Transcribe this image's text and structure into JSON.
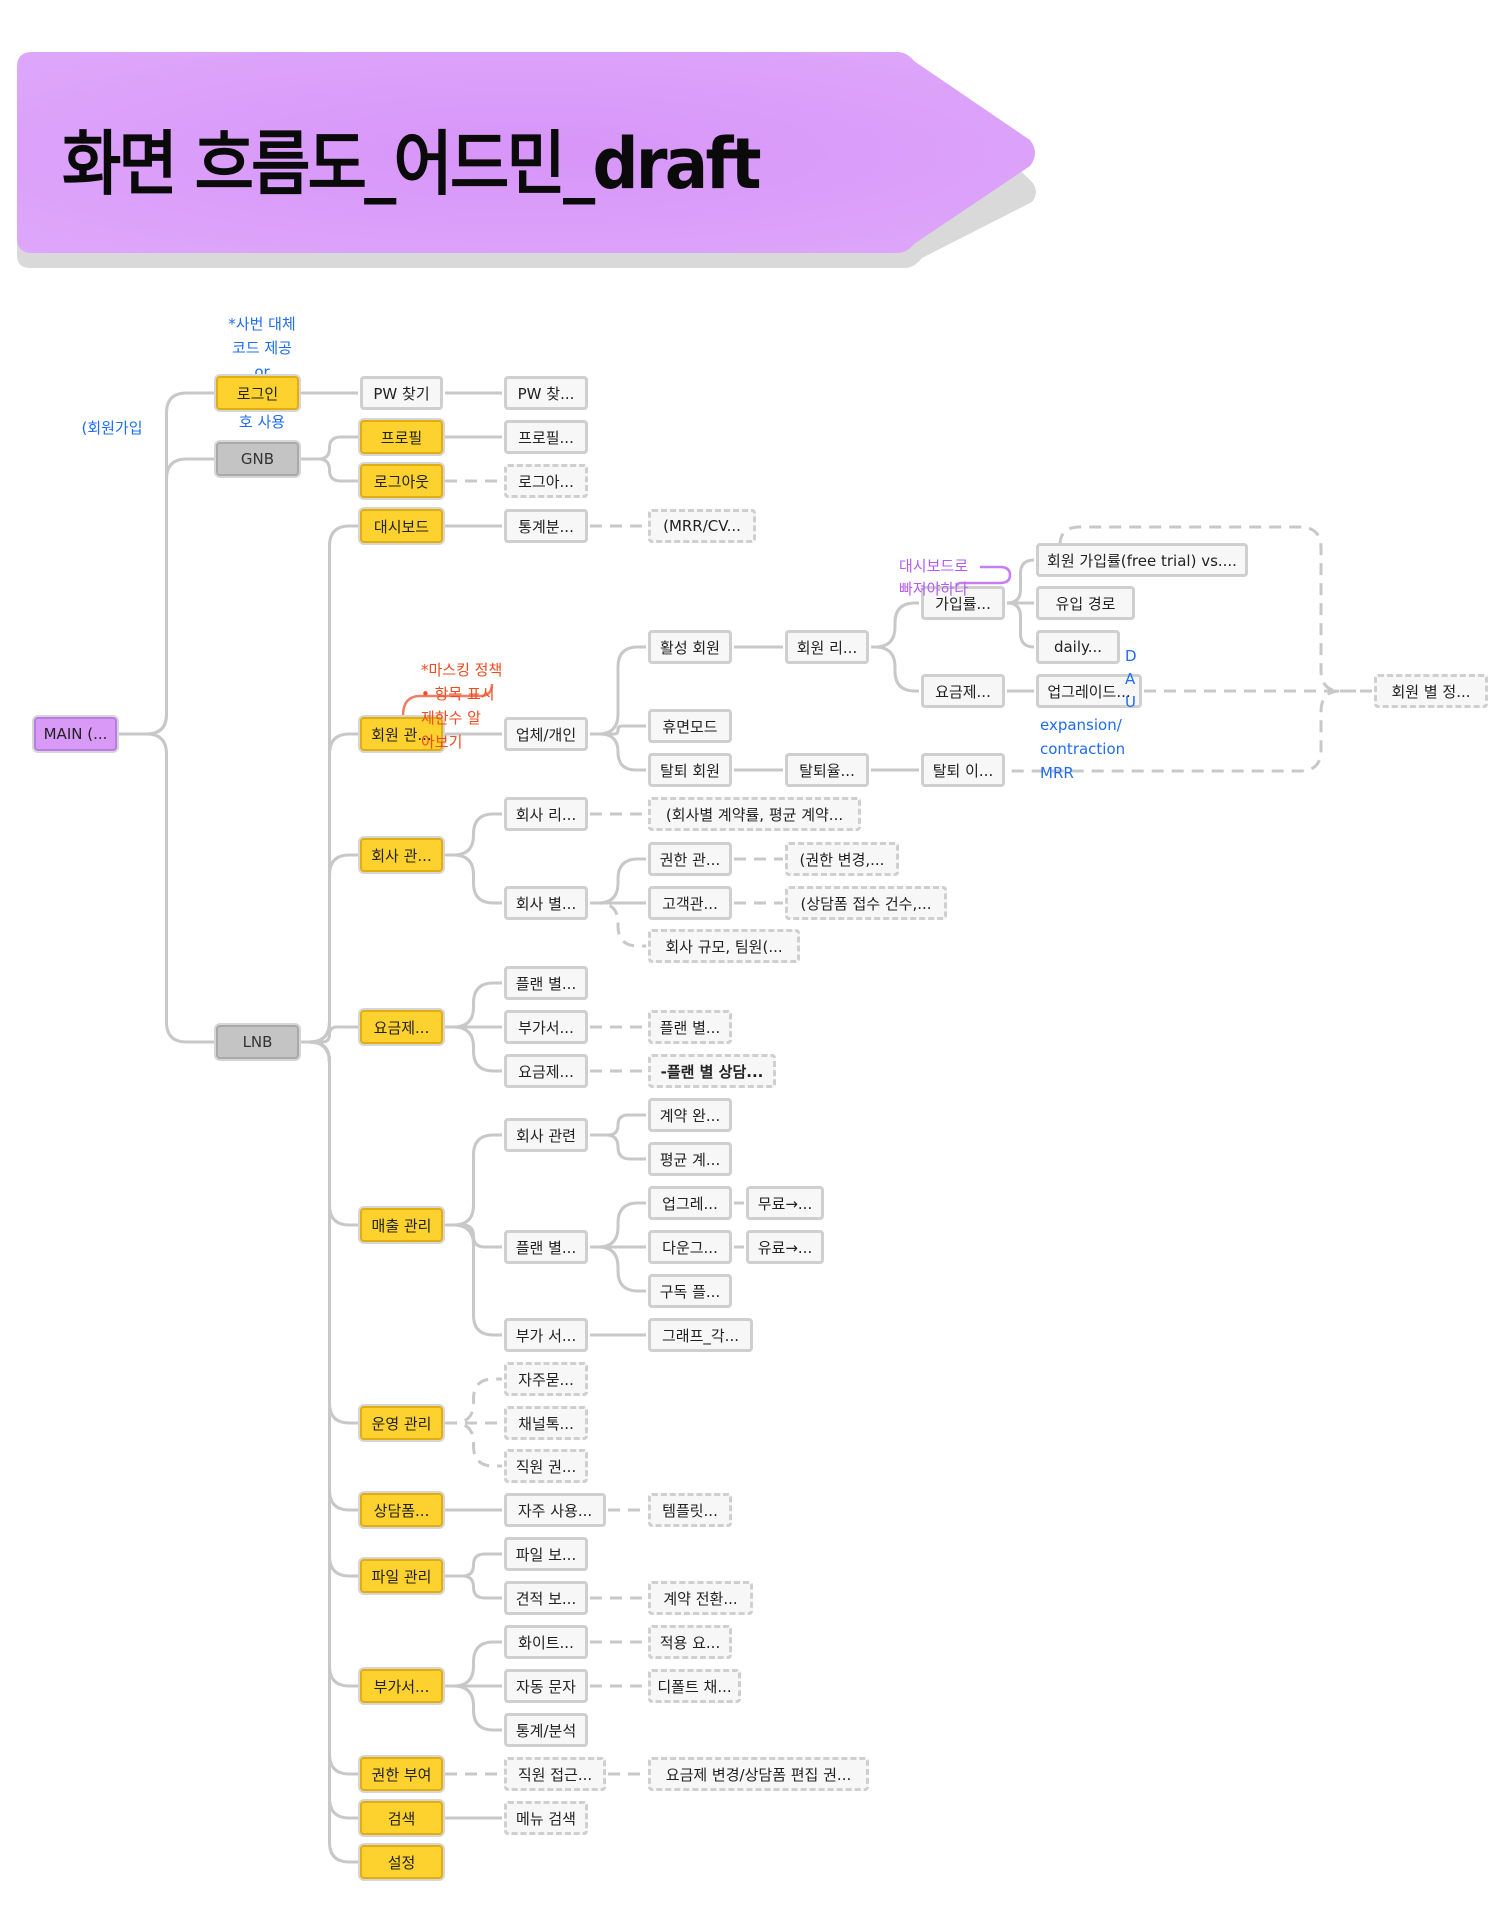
{
  "title": "화면 흐름도_어드민_draft",
  "colors": {
    "banner": "#d99af7",
    "yellow": "#fdd22e",
    "gray": "#c4c4c4",
    "main": "#d99af7",
    "line": "#c8c8c8",
    "note_blue": "#1f6cf2",
    "note_red": "#f04a1e",
    "note_purple": "#b45cf5"
  },
  "nodes": [
    {
      "id": "main",
      "label": "MAIN (...",
      "kind": "main"
    },
    {
      "id": "login",
      "label": "로그인",
      "kind": "yellow"
    },
    {
      "id": "gnb",
      "label": "GNB",
      "kind": "gray"
    },
    {
      "id": "lnb",
      "label": "LNB",
      "kind": "gray"
    },
    {
      "id": "pwfind",
      "label": "PW 찾기",
      "kind": "white"
    },
    {
      "id": "pwfind2",
      "label": "PW 찾...",
      "kind": "white"
    },
    {
      "id": "profile",
      "label": "프로필",
      "kind": "yellow"
    },
    {
      "id": "profile2",
      "label": "프로필...",
      "kind": "white"
    },
    {
      "id": "logout",
      "label": "로그아웃",
      "kind": "yellow"
    },
    {
      "id": "logout2",
      "label": "로그아...",
      "kind": "dashed"
    },
    {
      "id": "dash",
      "label": "대시보드",
      "kind": "yellow"
    },
    {
      "id": "dash2",
      "label": "통계분...",
      "kind": "white"
    },
    {
      "id": "dash3",
      "label": "(MRR/CV...",
      "kind": "dashed"
    },
    {
      "id": "member",
      "label": "회원 관...",
      "kind": "yellow"
    },
    {
      "id": "biz",
      "label": "업체/개인",
      "kind": "white"
    },
    {
      "id": "active",
      "label": "활성 회원",
      "kind": "white"
    },
    {
      "id": "dormant",
      "label": "휴면모드",
      "kind": "white"
    },
    {
      "id": "withdraw",
      "label": "탈퇴 회원",
      "kind": "white"
    },
    {
      "id": "memlist",
      "label": "회원 리...",
      "kind": "white"
    },
    {
      "id": "signup",
      "label": "가입률...",
      "kind": "white"
    },
    {
      "id": "plan",
      "label": "요금제...",
      "kind": "white"
    },
    {
      "id": "wrate",
      "label": "탈퇴율...",
      "kind": "white"
    },
    {
      "id": "wreason",
      "label": "탈퇴 이...",
      "kind": "white"
    },
    {
      "id": "freetrial",
      "label": "회원 가입률(free trial) vs....",
      "kind": "white"
    },
    {
      "id": "inflow",
      "label": "유입 경로",
      "kind": "white"
    },
    {
      "id": "daily",
      "label": "daily...",
      "kind": "white"
    },
    {
      "id": "upgrade",
      "label": "업그레이드...",
      "kind": "white"
    },
    {
      "id": "memstat",
      "label": "회원 별 정...",
      "kind": "dashed"
    },
    {
      "id": "company",
      "label": "회사 관...",
      "kind": "yellow"
    },
    {
      "id": "complist",
      "label": "회사 리...",
      "kind": "white"
    },
    {
      "id": "compstat",
      "label": "(회사별 계약률, 평균 계약...",
      "kind": "dashed"
    },
    {
      "id": "compeach",
      "label": "회사 별...",
      "kind": "white"
    },
    {
      "id": "auth",
      "label": "권한 관...",
      "kind": "white"
    },
    {
      "id": "authchg",
      "label": "(권한 변경,...",
      "kind": "dashed"
    },
    {
      "id": "cs",
      "label": "고객관...",
      "kind": "white"
    },
    {
      "id": "csform",
      "label": "(상담폼 접수 건수,...",
      "kind": "dashed"
    },
    {
      "id": "size",
      "label": "회사 규모, 팀원(...",
      "kind": "dashed"
    },
    {
      "id": "pricing",
      "label": "요금제...",
      "kind": "yellow"
    },
    {
      "id": "planby",
      "label": "플랜 별...",
      "kind": "white"
    },
    {
      "id": "addon",
      "label": "부가서...",
      "kind": "white"
    },
    {
      "id": "addon2",
      "label": "플랜 별...",
      "kind": "dashed"
    },
    {
      "id": "plancfg",
      "label": "요금제...",
      "kind": "white"
    },
    {
      "id": "plancfg2",
      "label": "-플랜 별 상담...",
      "kind": "dashed",
      "bold": true
    },
    {
      "id": "sales",
      "label": "매출 관리",
      "kind": "yellow"
    },
    {
      "id": "salescomp",
      "label": "회사 관련",
      "kind": "white"
    },
    {
      "id": "contract",
      "label": "계약 완...",
      "kind": "white"
    },
    {
      "id": "avg",
      "label": "평균 계...",
      "kind": "white"
    },
    {
      "id": "salesplan",
      "label": "플랜 별...",
      "kind": "white"
    },
    {
      "id": "up",
      "label": "업그레...",
      "kind": "white"
    },
    {
      "id": "free",
      "label": "무료→...",
      "kind": "white"
    },
    {
      "id": "down",
      "label": "다운그...",
      "kind": "white"
    },
    {
      "id": "paid",
      "label": "유료→...",
      "kind": "white"
    },
    {
      "id": "sub",
      "label": "구독 플...",
      "kind": "white"
    },
    {
      "id": "salesaddon",
      "label": "부가 서...",
      "kind": "white"
    },
    {
      "id": "graph",
      "label": "그래프_각...",
      "kind": "white"
    },
    {
      "id": "ops",
      "label": "운영 관리",
      "kind": "yellow"
    },
    {
      "id": "faq",
      "label": "자주묻...",
      "kind": "dashed"
    },
    {
      "id": "channel",
      "label": "채널톡...",
      "kind": "dashed"
    },
    {
      "id": "staffauth",
      "label": "직원 권...",
      "kind": "dashed"
    },
    {
      "id": "form",
      "label": "상담폼...",
      "kind": "yellow"
    },
    {
      "id": "freq",
      "label": "자주 사용...",
      "kind": "white"
    },
    {
      "id": "template",
      "label": "템플릿...",
      "kind": "dashed"
    },
    {
      "id": "file",
      "label": "파일 관리",
      "kind": "yellow"
    },
    {
      "id": "filestore",
      "label": "파일 보...",
      "kind": "white"
    },
    {
      "id": "quote",
      "label": "견적 보...",
      "kind": "white"
    },
    {
      "id": "conv",
      "label": "계약 전환...",
      "kind": "dashed"
    },
    {
      "id": "extra",
      "label": "부가서...",
      "kind": "yellow"
    },
    {
      "id": "white",
      "label": "화이트...",
      "kind": "white"
    },
    {
      "id": "apply",
      "label": "적용 요...",
      "kind": "dashed"
    },
    {
      "id": "sms",
      "label": "자동 문자",
      "kind": "white"
    },
    {
      "id": "default",
      "label": "디폴트 채...",
      "kind": "dashed"
    },
    {
      "id": "stats",
      "label": "통계/분석",
      "kind": "white"
    },
    {
      "id": "grant",
      "label": "권한 부여",
      "kind": "yellow"
    },
    {
      "id": "staffaccess",
      "label": "직원 접근...",
      "kind": "dashed"
    },
    {
      "id": "planedit",
      "label": "요금제 변경/상담폼 편집 권...",
      "kind": "dashed"
    },
    {
      "id": "search",
      "label": "검색",
      "kind": "yellow"
    },
    {
      "id": "menusearch",
      "label": "메뉴 검색",
      "kind": "dashed"
    },
    {
      "id": "settings",
      "label": "설정",
      "kind": "yellow"
    }
  ],
  "edges": [
    [
      "main",
      "login",
      "solid"
    ],
    [
      "main",
      "gnb",
      "solid"
    ],
    [
      "main",
      "lnb",
      "solid"
    ],
    [
      "login",
      "pwfind",
      "solid"
    ],
    [
      "pwfind",
      "pwfind2",
      "solid"
    ],
    [
      "gnb",
      "profile",
      "solid"
    ],
    [
      "profile",
      "profile2",
      "solid"
    ],
    [
      "gnb",
      "logout",
      "solid"
    ],
    [
      "logout",
      "logout2",
      "dashed"
    ],
    [
      "lnb",
      "dash",
      "solid"
    ],
    [
      "dash",
      "dash2",
      "solid"
    ],
    [
      "dash2",
      "dash3",
      "dashed"
    ],
    [
      "lnb",
      "member",
      "solid"
    ],
    [
      "member",
      "biz",
      "solid"
    ],
    [
      "biz",
      "active",
      "solid"
    ],
    [
      "biz",
      "dormant",
      "solid"
    ],
    [
      "biz",
      "withdraw",
      "solid"
    ],
    [
      "active",
      "memlist",
      "solid"
    ],
    [
      "memlist",
      "signup",
      "solid"
    ],
    [
      "memlist",
      "plan",
      "solid"
    ],
    [
      "signup",
      "freetrial",
      "solid"
    ],
    [
      "signup",
      "inflow",
      "solid"
    ],
    [
      "signup",
      "daily",
      "solid"
    ],
    [
      "plan",
      "upgrade",
      "solid"
    ],
    [
      "upgrade",
      "memstat",
      "dashed"
    ],
    [
      "withdraw",
      "wrate",
      "solid"
    ],
    [
      "wrate",
      "wreason",
      "solid"
    ],
    [
      "lnb",
      "company",
      "solid"
    ],
    [
      "company",
      "complist",
      "solid"
    ],
    [
      "complist",
      "compstat",
      "dashed"
    ],
    [
      "company",
      "compeach",
      "solid"
    ],
    [
      "compeach",
      "auth",
      "solid"
    ],
    [
      "auth",
      "authchg",
      "dashed"
    ],
    [
      "compeach",
      "cs",
      "solid"
    ],
    [
      "cs",
      "csform",
      "dashed"
    ],
    [
      "compeach",
      "size",
      "dashed"
    ],
    [
      "lnb",
      "pricing",
      "solid"
    ],
    [
      "pricing",
      "planby",
      "solid"
    ],
    [
      "pricing",
      "addon",
      "solid"
    ],
    [
      "addon",
      "addon2",
      "dashed"
    ],
    [
      "pricing",
      "plancfg",
      "solid"
    ],
    [
      "plancfg",
      "plancfg2",
      "dashed"
    ],
    [
      "lnb",
      "sales",
      "solid"
    ],
    [
      "sales",
      "salescomp",
      "solid"
    ],
    [
      "salescomp",
      "contract",
      "solid"
    ],
    [
      "salescomp",
      "avg",
      "solid"
    ],
    [
      "sales",
      "salesplan",
      "solid"
    ],
    [
      "salesplan",
      "up",
      "solid"
    ],
    [
      "up",
      "free",
      "solid"
    ],
    [
      "salesplan",
      "down",
      "solid"
    ],
    [
      "down",
      "paid",
      "solid"
    ],
    [
      "salesplan",
      "sub",
      "solid"
    ],
    [
      "sales",
      "salesaddon",
      "solid"
    ],
    [
      "salesaddon",
      "graph",
      "solid"
    ],
    [
      "lnb",
      "ops",
      "solid"
    ],
    [
      "ops",
      "faq",
      "dashed"
    ],
    [
      "ops",
      "channel",
      "dashed"
    ],
    [
      "ops",
      "staffauth",
      "dashed"
    ],
    [
      "lnb",
      "form",
      "solid"
    ],
    [
      "form",
      "freq",
      "solid"
    ],
    [
      "freq",
      "template",
      "dashed"
    ],
    [
      "lnb",
      "file",
      "solid"
    ],
    [
      "file",
      "filestore",
      "solid"
    ],
    [
      "file",
      "quote",
      "solid"
    ],
    [
      "quote",
      "conv",
      "dashed"
    ],
    [
      "lnb",
      "extra",
      "solid"
    ],
    [
      "extra",
      "white",
      "solid"
    ],
    [
      "white",
      "apply",
      "dashed"
    ],
    [
      "extra",
      "sms",
      "solid"
    ],
    [
      "sms",
      "default",
      "dashed"
    ],
    [
      "extra",
      "stats",
      "solid"
    ],
    [
      "lnb",
      "grant",
      "solid"
    ],
    [
      "grant",
      "staffaccess",
      "dashed"
    ],
    [
      "staffaccess",
      "planedit",
      "dashed"
    ],
    [
      "lnb",
      "search",
      "solid"
    ],
    [
      "search",
      "menusearch",
      "solid"
    ],
    [
      "lnb",
      "settings",
      "solid"
    ]
  ],
  "notes": {
    "login_note": [
      "*사번 대체",
      "코드 제공",
      "or",
      "호 사용",
      "(회원가입"
    ],
    "masking_note": [
      "*마스킹 정책",
      "• 항목 표시",
      "제한수 알",
      "아보기"
    ],
    "dashboard_note": [
      "대시보드로",
      "빠져야하나"
    ],
    "dau_note": [
      "D",
      "A",
      "U"
    ],
    "mrr_note": [
      "expansion/",
      "contraction",
      "MRR"
    ]
  }
}
